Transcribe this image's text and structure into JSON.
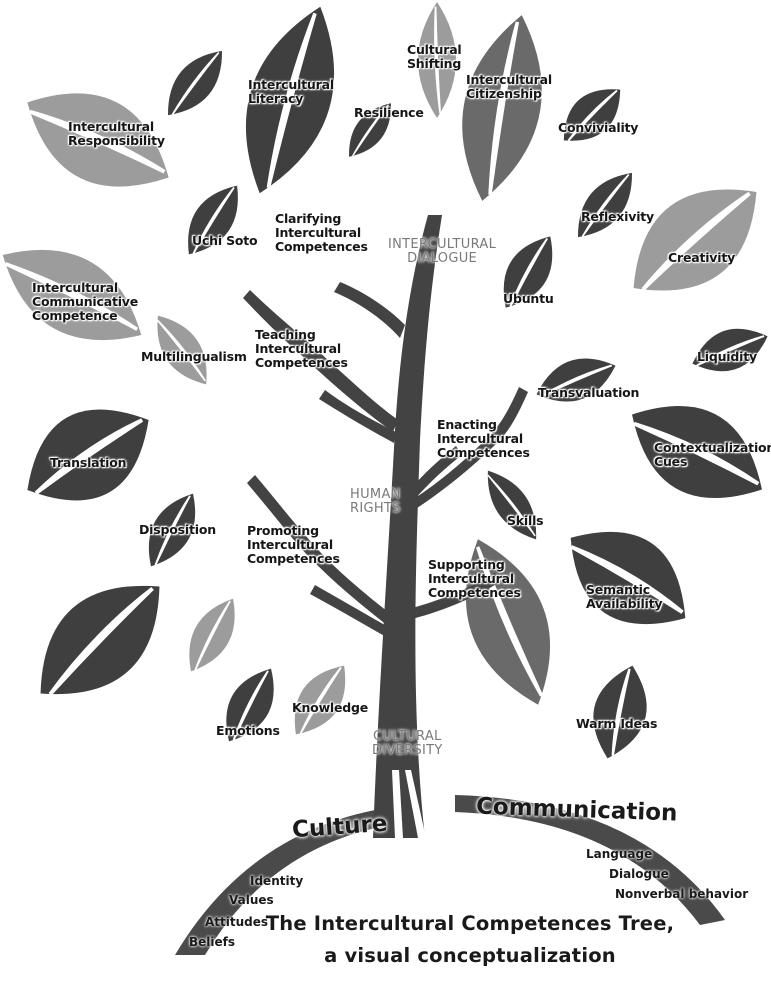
{
  "title": {
    "line1": "The Intercultural Competences Tree,",
    "line2": "a visual conceptualization"
  },
  "roots": {
    "culture": {
      "heading": "Culture",
      "items": [
        "Identity",
        "Values",
        "Attitudes",
        "Beliefs"
      ]
    },
    "communication": {
      "heading": "Communication",
      "items": [
        "Language",
        "Dialogue",
        "Nonverbal behavior"
      ]
    }
  },
  "trunk": {
    "top": [
      "INTERCULTURAL",
      "DIALOGUE"
    ],
    "middle": [
      "HUMAN",
      "RIGHTS"
    ],
    "bottom": [
      "CULTURAL",
      "DIVERSITY"
    ]
  },
  "branches": {
    "clarifying": [
      "Clarifying",
      "Intercultural",
      "Competences"
    ],
    "teaching": [
      "Teaching",
      "Intercultural",
      "Competences"
    ],
    "enacting": [
      "Enacting",
      "Intercultural",
      "Competences"
    ],
    "promoting": [
      "Promoting",
      "Intercultural",
      "Competences"
    ],
    "supporting": [
      "Supporting",
      "Intercultural",
      "Competences"
    ]
  },
  "leaves": {
    "intercultural_literacy": [
      "Intercultural",
      "Literacy"
    ],
    "resilience": [
      "Resilience"
    ],
    "cultural_shifting": [
      "Cultural",
      "Shifting"
    ],
    "intercultural_citizenship": [
      "Intercultural",
      "Citizenship"
    ],
    "conviviality": [
      "Conviviality"
    ],
    "intercultural_responsibility": [
      "Intercultural",
      "Responsibility"
    ],
    "uchi_soto": [
      "Uchi Soto"
    ],
    "reflexivity": [
      "Reflexivity"
    ],
    "creativity": [
      "Creativity"
    ],
    "intercultural_communicative_competence": [
      "Intercultural",
      "Communicative",
      "Competence"
    ],
    "ubuntu": [
      "Ubuntu"
    ],
    "multilingualism": [
      "Multilingualism"
    ],
    "liquidity": [
      "Liquidity"
    ],
    "transvaluation": [
      "Transvaluation"
    ],
    "translation": [
      "Translation"
    ],
    "contextualization_cues": [
      "Contextualization",
      "Cues"
    ],
    "skills": [
      "Skills"
    ],
    "disposition": [
      "Disposition"
    ],
    "semantic_availability": [
      "Semantic",
      "Availability"
    ],
    "knowledge": [
      "Knowledge"
    ],
    "emotions": [
      "Emotions"
    ],
    "warm_ideas": [
      "Warm Ideas"
    ]
  },
  "colors": {
    "dark_leaf": "#3f3f3f",
    "mid_leaf": "#6a6a6a",
    "light_leaf": "#9c9c9c",
    "trunk": "#434343",
    "ground": "#4a4a4a"
  }
}
